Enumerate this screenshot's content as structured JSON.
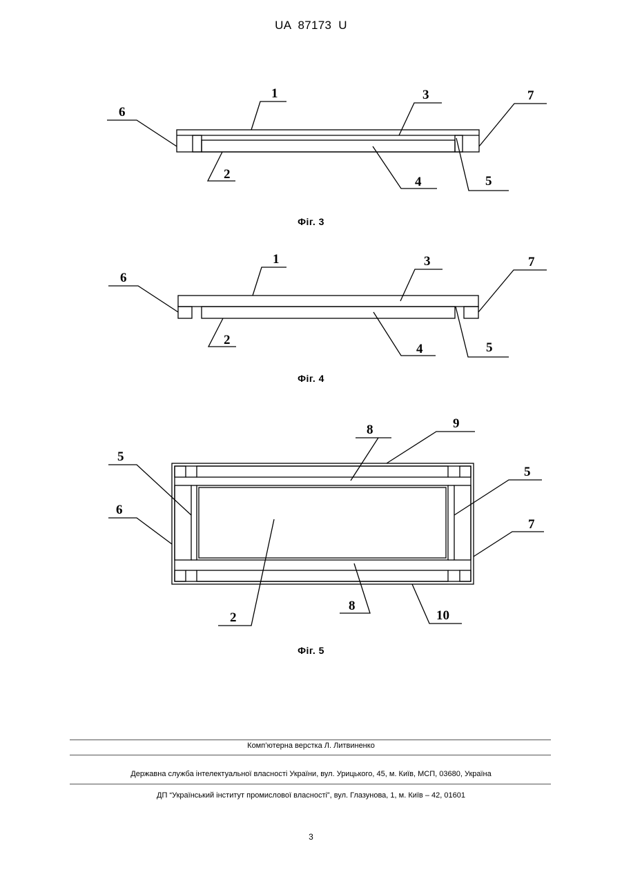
{
  "header": {
    "patent_id": "UA   87173   U"
  },
  "figures": [
    {
      "caption": "Фіг. 3",
      "labels": [
        "1",
        "2",
        "3",
        "4",
        "5",
        "6",
        "7"
      ]
    },
    {
      "caption": "Фіг. 4",
      "labels": [
        "1",
        "2",
        "3",
        "4",
        "5",
        "6",
        "7"
      ]
    },
    {
      "caption": "Фіг. 5",
      "labels": [
        "2",
        "5",
        "5",
        "6",
        "7",
        "8",
        "8",
        "9",
        "10"
      ]
    }
  ],
  "footer": {
    "layout_credit": "Комп’ютерна верстка Л. Литвиненко",
    "office_address": "Державна служба інтелектуальної власності України, вул. Урицького, 45, м. Київ, МСП, 03680, Україна",
    "institute_address": "ДП “Український інститут промислової власності”, вул. Глазунова, 1, м. Київ – 42, 01601",
    "page_number": "3"
  }
}
